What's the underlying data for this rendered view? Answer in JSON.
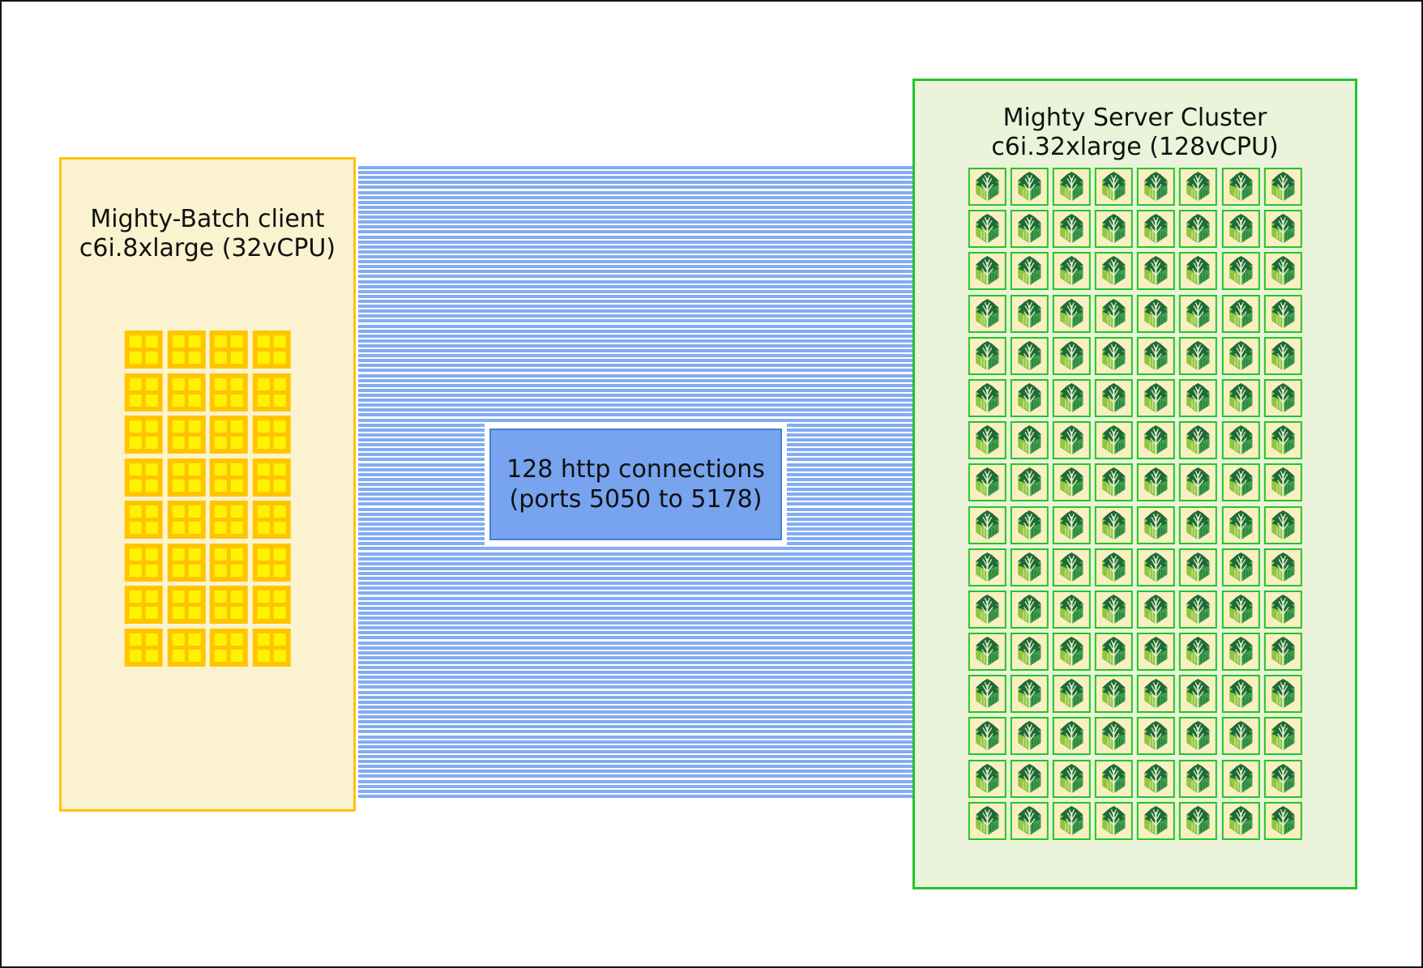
{
  "client": {
    "title_line1": "Mighty-Batch client",
    "title_line2": "c6i.8xlarge (32vCPU)",
    "vcpu_count": 32,
    "grid_columns": 4,
    "icon": "cpu-quad-icon",
    "colors": {
      "fill": "#FBF2CF",
      "border": "#FFC20E",
      "icon_outer": "#FFC400",
      "icon_inner": "#FFF200"
    }
  },
  "connections": {
    "label_line1": "128 http connections",
    "label_line2": "(ports 5050 to 5178)",
    "count": 128,
    "port_range": "5050 to 5178",
    "colors": {
      "stripe": "#82ACF3",
      "label_fill": "#77A3EF",
      "label_border": "#4A7ED6",
      "label_halo": "#FFFFFF"
    }
  },
  "server": {
    "title_line1": "Mighty Server Cluster",
    "title_line2": "c6i.32xlarge (128vCPU)",
    "vcpu_count": 128,
    "grid_columns": 8,
    "icon": "mighty-tree-icon",
    "colors": {
      "fill": "#EBF3DA",
      "border": "#22C52B",
      "icon_bg": "#FAEFC2",
      "tree_dark": "#1E6B38",
      "tree_light": "#8FC640",
      "tree_mid": "#3F9E4D",
      "tree_vein": "#EAF2C8"
    }
  }
}
